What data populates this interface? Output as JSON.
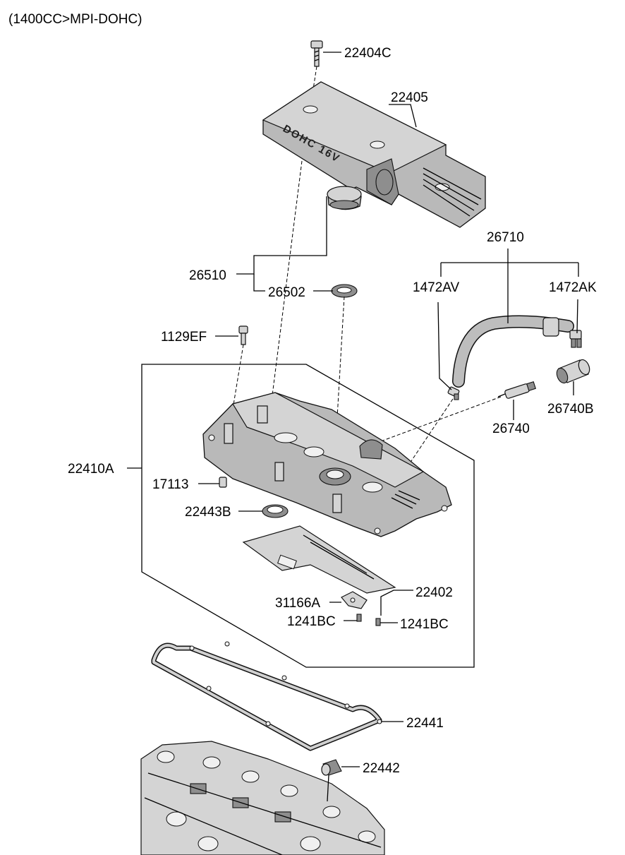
{
  "header": {
    "engine_spec": "(1400CC>MPI-DOHC)"
  },
  "cover_embossing": "DOHC 16V",
  "parts": {
    "p22404C": "22404C",
    "p22405": "22405",
    "p26510": "26510",
    "p26502": "26502",
    "p26710": "26710",
    "p1472AV": "1472AV",
    "p1472AK": "1472AK",
    "p1129EF": "1129EF",
    "p22410A": "22410A",
    "p26740": "26740",
    "p26740B": "26740B",
    "p17113": "17113",
    "p22443B": "22443B",
    "p22402": "22402",
    "p31166A": "31166A",
    "p1241BC_a": "1241BC",
    "p1241BC_b": "1241BC",
    "p22441": "22441",
    "p22442": "22442"
  }
}
